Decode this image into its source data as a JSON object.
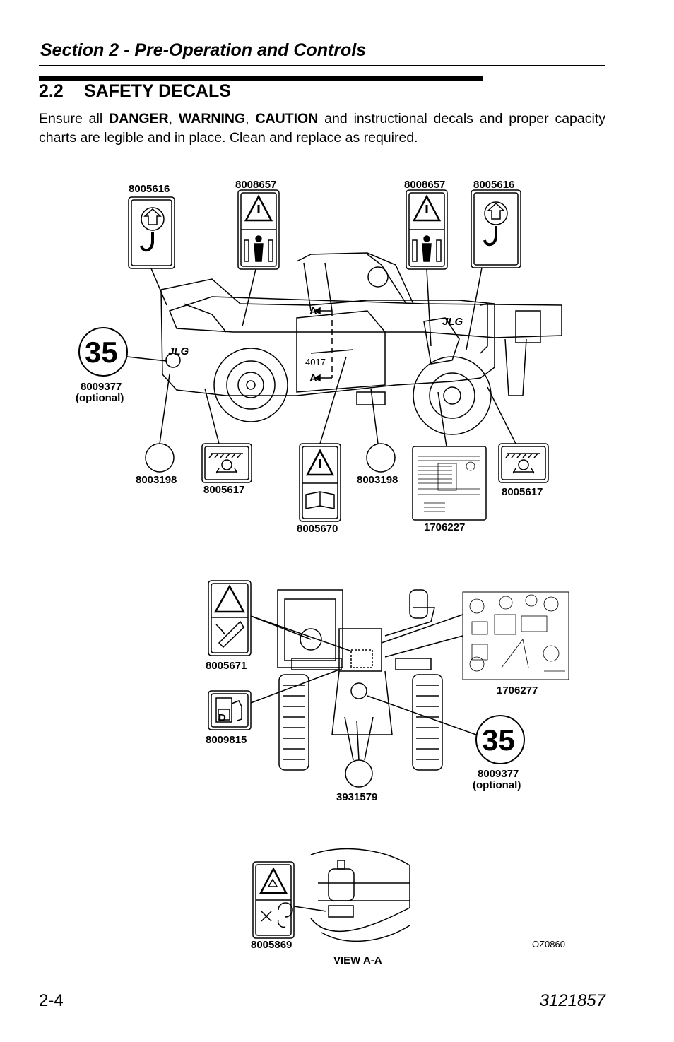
{
  "section_title": "Section 2 - Pre-Operation and Controls",
  "heading": {
    "number": "2.2",
    "title": "SAFETY DECALS"
  },
  "intro": {
    "before": "Ensure all ",
    "danger": "DANGER",
    "sep1": ", ",
    "warning": "WARNING",
    "sep2": ", ",
    "caution": "CAUTION",
    "after": " and instructional decals and proper capacity charts are legible and in place. Clean and replace as required."
  },
  "side_view": {
    "labels": {
      "hook_left": "8005616",
      "crush_left": "8008657",
      "crush_right": "8008657",
      "hook_right": "8005616",
      "circle35_number": "35",
      "circle35_part": "8009377",
      "circle35_note": "(optional)",
      "round_left": "8003198",
      "tiedown_left": "8005617",
      "manual": "8005670",
      "round_center": "8003198",
      "plate": "1706227",
      "tiedown_right": "8005617",
      "section_mark_top": "A",
      "section_mark_bottom": "A",
      "model_badge": "4017",
      "brand": "JLG"
    }
  },
  "rear_view": {
    "labels": {
      "crush_hand": "8005671",
      "fuel": "8009815",
      "fuel_letter": "D",
      "chart": "1706277",
      "circle35_number": "35",
      "circle35_part": "8009377",
      "circle35_note": "(optional)",
      "round_bottom": "3931579"
    }
  },
  "view_aa": {
    "labels": {
      "fan_decal": "8005869",
      "caption": "VIEW A-A",
      "figure_id": "OZ0860"
    }
  },
  "footer": {
    "page": "2-4",
    "doc_number": "3121857"
  }
}
